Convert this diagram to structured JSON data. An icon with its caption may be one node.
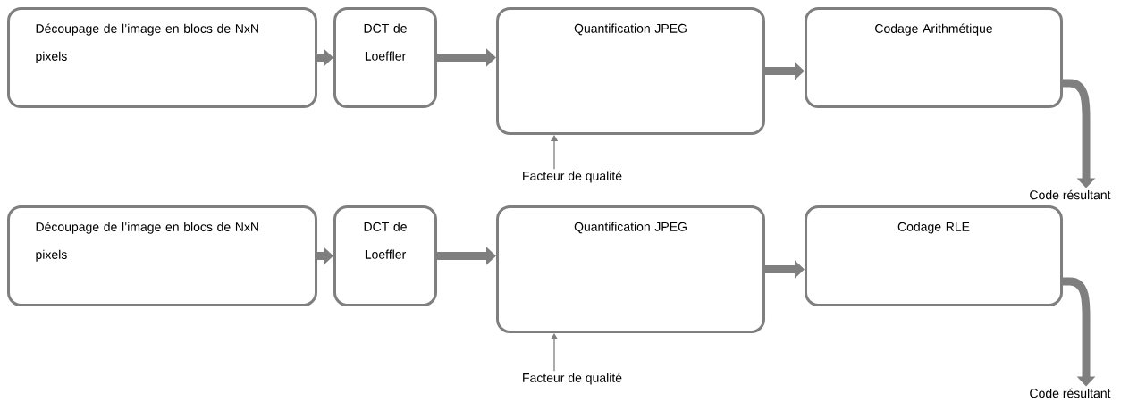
{
  "diagram": {
    "nodes": [
      {
        "text": [
          "Découpage de l’image en blocs de NxN pixels"
        ]
      },
      {
        "text": [
          "DCT de Loeffler"
        ]
      },
      {
        "text": [
          "Quantification JPEG"
        ]
      },
      {
        "text": [
          "Codage Arithmétique"
        ]
      },
      {
        "text": [
          "Facteur de qualité"
        ]
      },
      {
        "text": [
          "Code résultant"
        ]
      },
      {
        "text": [
          "Découpage de l’image en blocs de NxN pixels"
        ]
      },
      {
        "text": [
          "DCT de Loeffler"
        ]
      },
      {
        "text": [
          "Quantification JPEG"
        ]
      },
      {
        "text": [
          "Codage RLE"
        ]
      },
      {
        "text": [
          "Facteur de qualité"
        ]
      },
      {
        "text": [
          "Code résultant"
        ]
      }
    ],
    "edges": [
      {
        "from": 0,
        "to": 1,
        "arrow": "to"
      },
      {
        "from": 1,
        "to": 2,
        "arrow": "to"
      },
      {
        "from": 2,
        "to": 3,
        "arrow": "to"
      },
      {
        "from": 3,
        "to": 5,
        "arrow": "to"
      },
      {
        "from": 4,
        "to": 2,
        "arrow": "to"
      },
      {
        "from": 6,
        "to": 7,
        "arrow": "to"
      },
      {
        "from": 7,
        "to": 8,
        "arrow": "to"
      },
      {
        "from": 8,
        "to": 9,
        "arrow": "to"
      },
      {
        "from": 9,
        "to": 11,
        "arrow": "to"
      },
      {
        "from": 10,
        "to": 8,
        "arrow": "to"
      }
    ]
  }
}
